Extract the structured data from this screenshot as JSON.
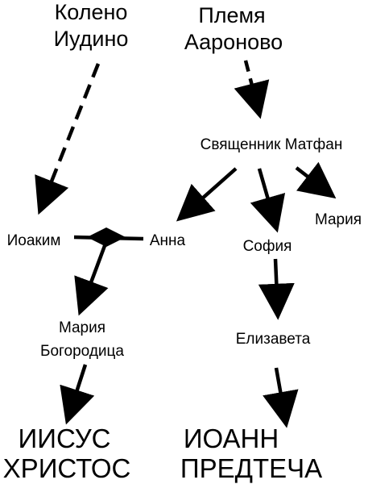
{
  "nodes": {
    "tribe_judah": {
      "line1": "Колено",
      "line2": "Иудино"
    },
    "tribe_aaron": {
      "line1": "Племя",
      "line2": "Аароново"
    },
    "matfan": {
      "label": "Священник Матфан"
    },
    "ioakim": {
      "label": "Иоаким"
    },
    "anna": {
      "label": "Анна"
    },
    "sofia": {
      "label": "София"
    },
    "maria_daughter": {
      "label": "Мария"
    },
    "maria_theotokos": {
      "line1": "Мария",
      "line2": "Богородица"
    },
    "elizaveta": {
      "label": "Елизавета"
    },
    "jesus": {
      "line1": "ИИСУС",
      "line2": "ХРИСТОС"
    },
    "john": {
      "line1": "ИОАНН",
      "line2": "ПРЕДТЕЧА"
    }
  },
  "colors": {
    "background": "#ffffff",
    "ink": "#000000"
  }
}
